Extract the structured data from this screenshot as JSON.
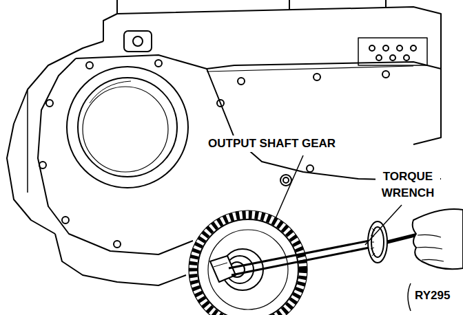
{
  "diagram": {
    "labels": [
      "OUTPUT SHAFT GEAR",
      "TORQUE WRENCH",
      "RY295"
    ]
  }
}
